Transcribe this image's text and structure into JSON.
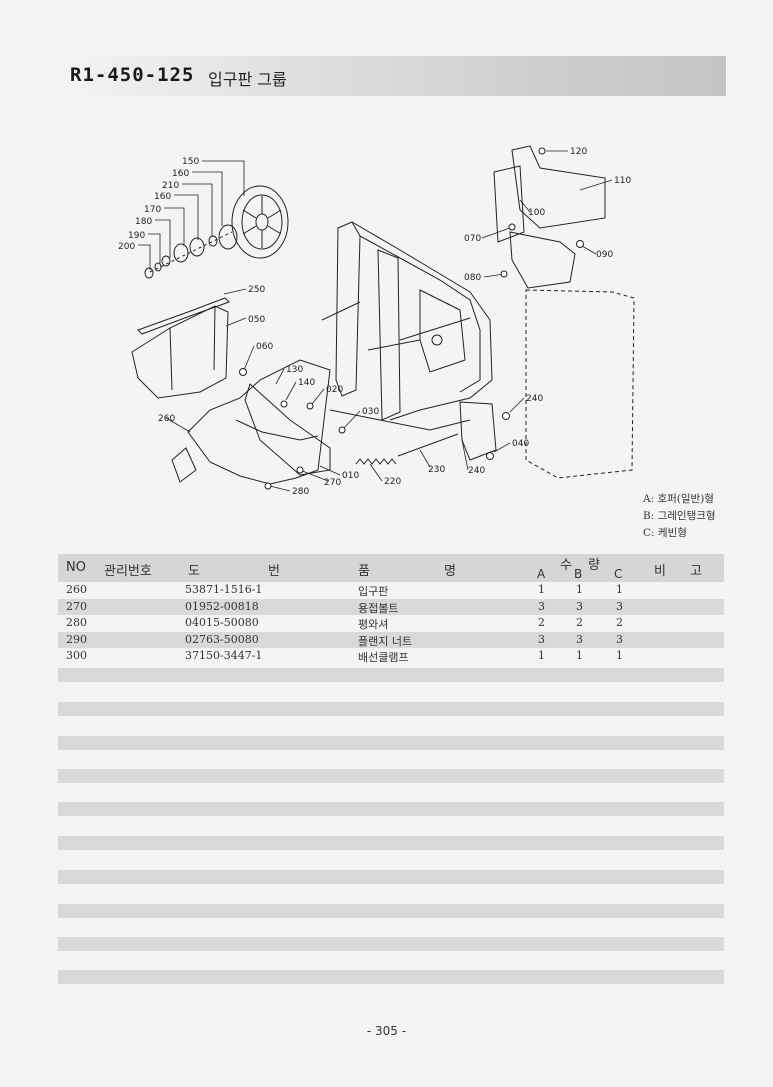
{
  "header": {
    "code": "R1-450-125",
    "title": "입구판 그룹"
  },
  "callouts": [
    "150",
    "160",
    "210",
    "160",
    "170",
    "180",
    "190",
    "200",
    "250",
    "050",
    "060",
    "130",
    "140",
    "020",
    "030",
    "260",
    "010",
    "270",
    "280",
    "220",
    "230",
    "240",
    "240",
    "040",
    "120",
    "110",
    "100",
    "070",
    "090",
    "080"
  ],
  "legend": [
    "A: 호퍼(일반)형",
    "B: 그레인탱크형",
    "C: 케빈형"
  ],
  "table": {
    "headers": {
      "no": "NO",
      "mgmt": "관리번호",
      "dwg1": "도",
      "dwg2": "번",
      "name1": "품",
      "name2": "명",
      "qty1": "수",
      "qty2": "량",
      "remark1": "비",
      "remark2": "고",
      "a": "A",
      "b": "B",
      "c": "C"
    },
    "rows": [
      {
        "no": "260",
        "dwg": "53871-1516-1",
        "name": "입구판",
        "a": "1",
        "b": "1",
        "c": "1"
      },
      {
        "no": "270",
        "dwg": "01952-00818",
        "name": "용접볼트",
        "a": "3",
        "b": "3",
        "c": "3"
      },
      {
        "no": "280",
        "dwg": "04015-50080",
        "name": "평와셔",
        "a": "2",
        "b": "2",
        "c": "2"
      },
      {
        "no": "290",
        "dwg": "02763-50080",
        "name": "플랜지 너트",
        "a": "3",
        "b": "3",
        "c": "3"
      },
      {
        "no": "300",
        "dwg": "37150-3447-1",
        "name": "배선클램프",
        "a": "1",
        "b": "1",
        "c": "1"
      }
    ]
  },
  "page_number": "- 305 -"
}
